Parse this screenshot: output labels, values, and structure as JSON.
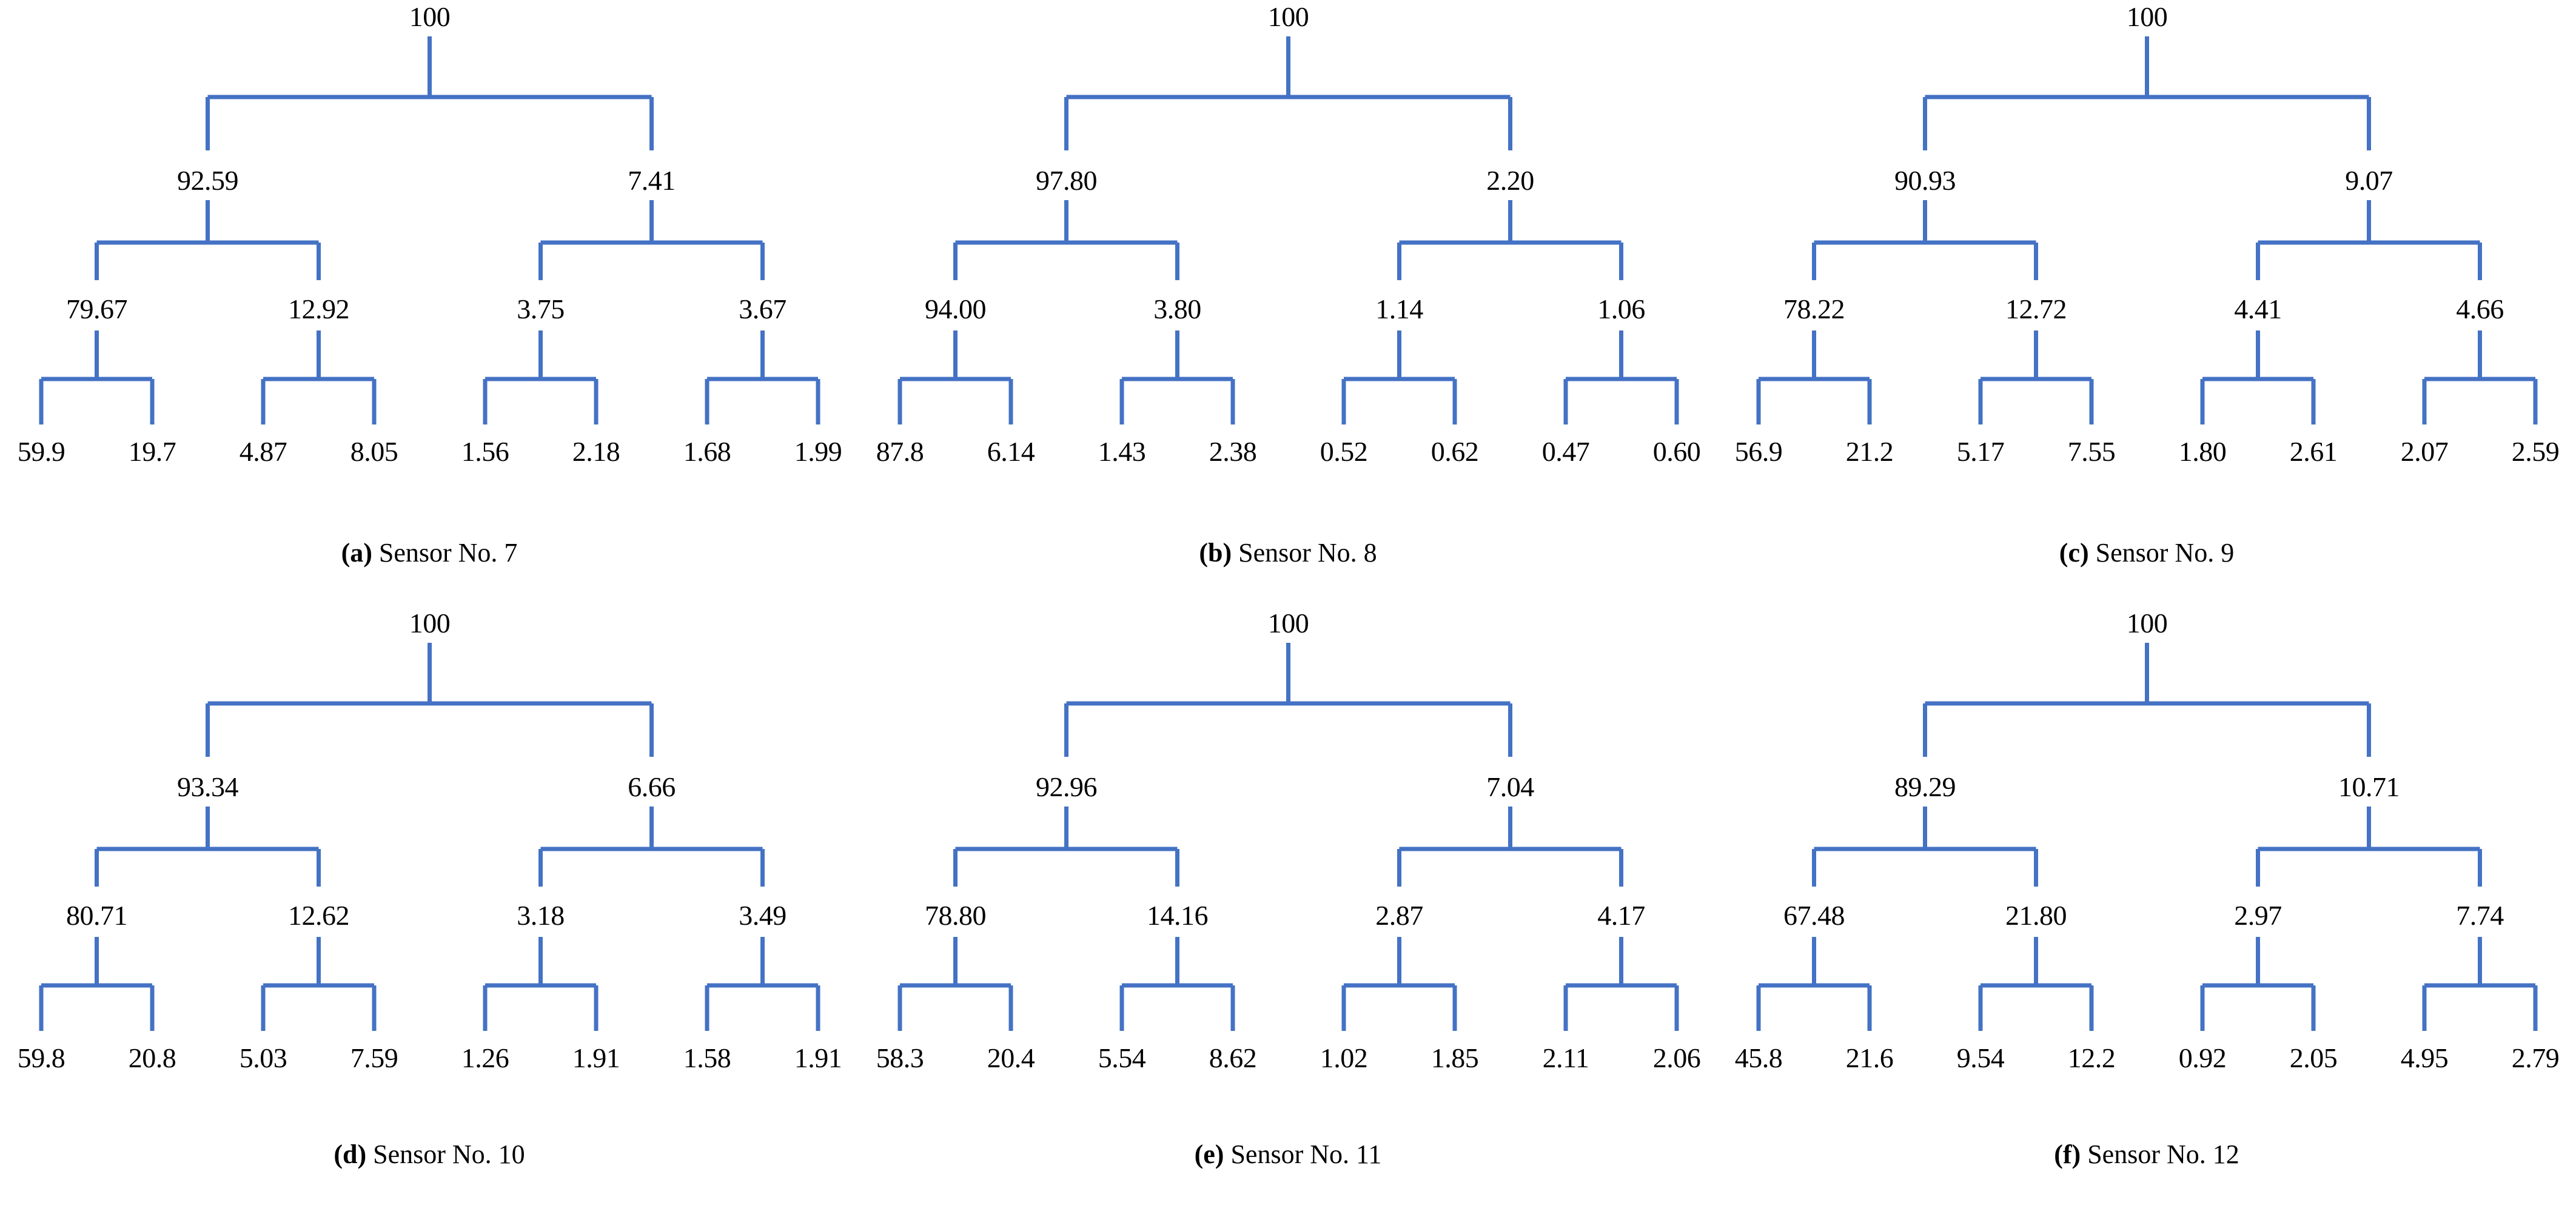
{
  "figure": {
    "line_color": "#4472C4",
    "text_color": "#000000",
    "background": "#ffffff"
  },
  "chart_data": {
    "type": "diagram",
    "subtype": "wavelet-packet-energy-decomposition-tree",
    "title": "",
    "units": "percent of total energy",
    "levels": 4,
    "leaves_per_tree": 8,
    "panels": [
      {
        "tag": "a",
        "caption_tag": "(a)",
        "caption_text": "Sensor No. 7",
        "root": "100",
        "level1": [
          "92.59",
          "7.41"
        ],
        "level2": [
          "79.67",
          "12.92",
          "3.75",
          "3.67"
        ],
        "level3": [
          "59.9",
          "19.7",
          "4.87",
          "8.05",
          "1.56",
          "2.18",
          "1.68",
          "1.99"
        ]
      },
      {
        "tag": "b",
        "caption_tag": "(b)",
        "caption_text": "Sensor No. 8",
        "root": "100",
        "level1": [
          "97.80",
          "2.20"
        ],
        "level2": [
          "94.00",
          "3.80",
          "1.14",
          "1.06"
        ],
        "level3": [
          "87.8",
          "6.14",
          "1.43",
          "2.38",
          "0.52",
          "0.62",
          "0.47",
          "0.60"
        ]
      },
      {
        "tag": "c",
        "caption_tag": "(c)",
        "caption_text": "Sensor No. 9",
        "root": "100",
        "level1": [
          "90.93",
          "9.07"
        ],
        "level2": [
          "78.22",
          "12.72",
          "4.41",
          "4.66"
        ],
        "level3": [
          "56.9",
          "21.2",
          "5.17",
          "7.55",
          "1.80",
          "2.61",
          "2.07",
          "2.59"
        ]
      },
      {
        "tag": "d",
        "caption_tag": "(d)",
        "caption_text": "Sensor No. 10",
        "root": "100",
        "level1": [
          "93.34",
          "6.66"
        ],
        "level2": [
          "80.71",
          "12.62",
          "3.18",
          "3.49"
        ],
        "level3": [
          "59.8",
          "20.8",
          "5.03",
          "7.59",
          "1.26",
          "1.91",
          "1.58",
          "1.91"
        ]
      },
      {
        "tag": "e",
        "caption_tag": "(e)",
        "caption_text": "Sensor No. 11",
        "root": "100",
        "level1": [
          "92.96",
          "7.04"
        ],
        "level2": [
          "78.80",
          "14.16",
          "2.87",
          "4.17"
        ],
        "level3": [
          "58.3",
          "20.4",
          "5.54",
          "8.62",
          "1.02",
          "1.85",
          "2.11",
          "2.06"
        ]
      },
      {
        "tag": "f",
        "caption_tag": "(f)",
        "caption_text": "Sensor No. 12",
        "root": "100",
        "level1": [
          "89.29",
          "10.71"
        ],
        "level2": [
          "67.48",
          "21.80",
          "2.97",
          "7.74"
        ],
        "level3": [
          "45.8",
          "21.6",
          "9.54",
          "12.2",
          "0.92",
          "2.05",
          "4.95",
          "2.79"
        ]
      }
    ]
  }
}
